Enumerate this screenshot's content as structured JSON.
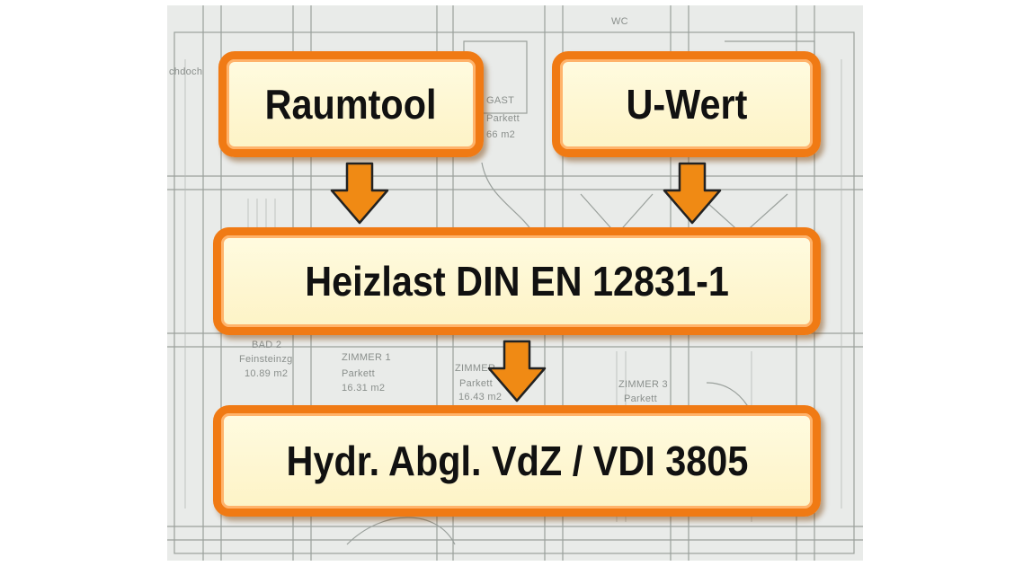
{
  "diagram": {
    "nodes": [
      {
        "id": "raumtool",
        "label": "Raumtool"
      },
      {
        "id": "uwert",
        "label": "U-Wert"
      },
      {
        "id": "heizlast",
        "label": "Heizlast DIN EN 12831-1"
      },
      {
        "id": "hydr",
        "label": "Hydr. Abgl. VdZ / VDI 3805"
      }
    ],
    "edges": [
      {
        "from": "raumtool",
        "to": "heizlast"
      },
      {
        "from": "uwert",
        "to": "heizlast"
      },
      {
        "from": "heizlast",
        "to": "hydr"
      }
    ]
  },
  "background_plan": {
    "labels": [
      "chdoch",
      "GAST",
      "Parkett",
      "66 m2",
      "WC",
      "BAD 2",
      "Feinsteinzg",
      "10.89 m2",
      "ZIMMER 1",
      "Parkett",
      "16.31 m2",
      "ZIMMER",
      "Parkett",
      "16.43 m2",
      "ZIMMER 3",
      "Parkett"
    ]
  },
  "colors": {
    "box_border": "#f07a14",
    "box_fill": "#fdf3c6",
    "arrow_fill": "#f08a14",
    "background_plan": "#e9ebe9"
  }
}
